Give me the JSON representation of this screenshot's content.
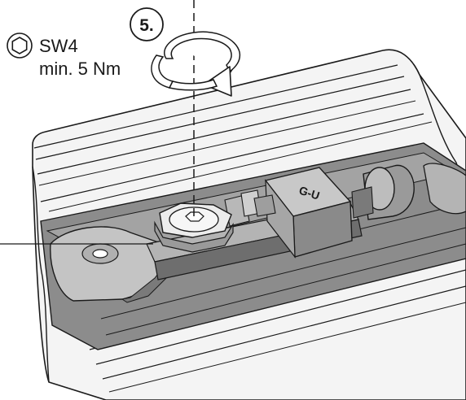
{
  "step": {
    "number": "5."
  },
  "tool": {
    "icon": "hex-socket-icon",
    "size_label": "SW4",
    "torque_label": "min. 5 Nm"
  },
  "colors": {
    "line": "#1a1a1a",
    "profile_light": "#f4f4f4",
    "channel_gray": "#8c8c8c",
    "part_gray": "#b4b4b4",
    "part_dark": "#6e6e6e",
    "nut_fill": "#ececec"
  },
  "part_marking": "G-U"
}
